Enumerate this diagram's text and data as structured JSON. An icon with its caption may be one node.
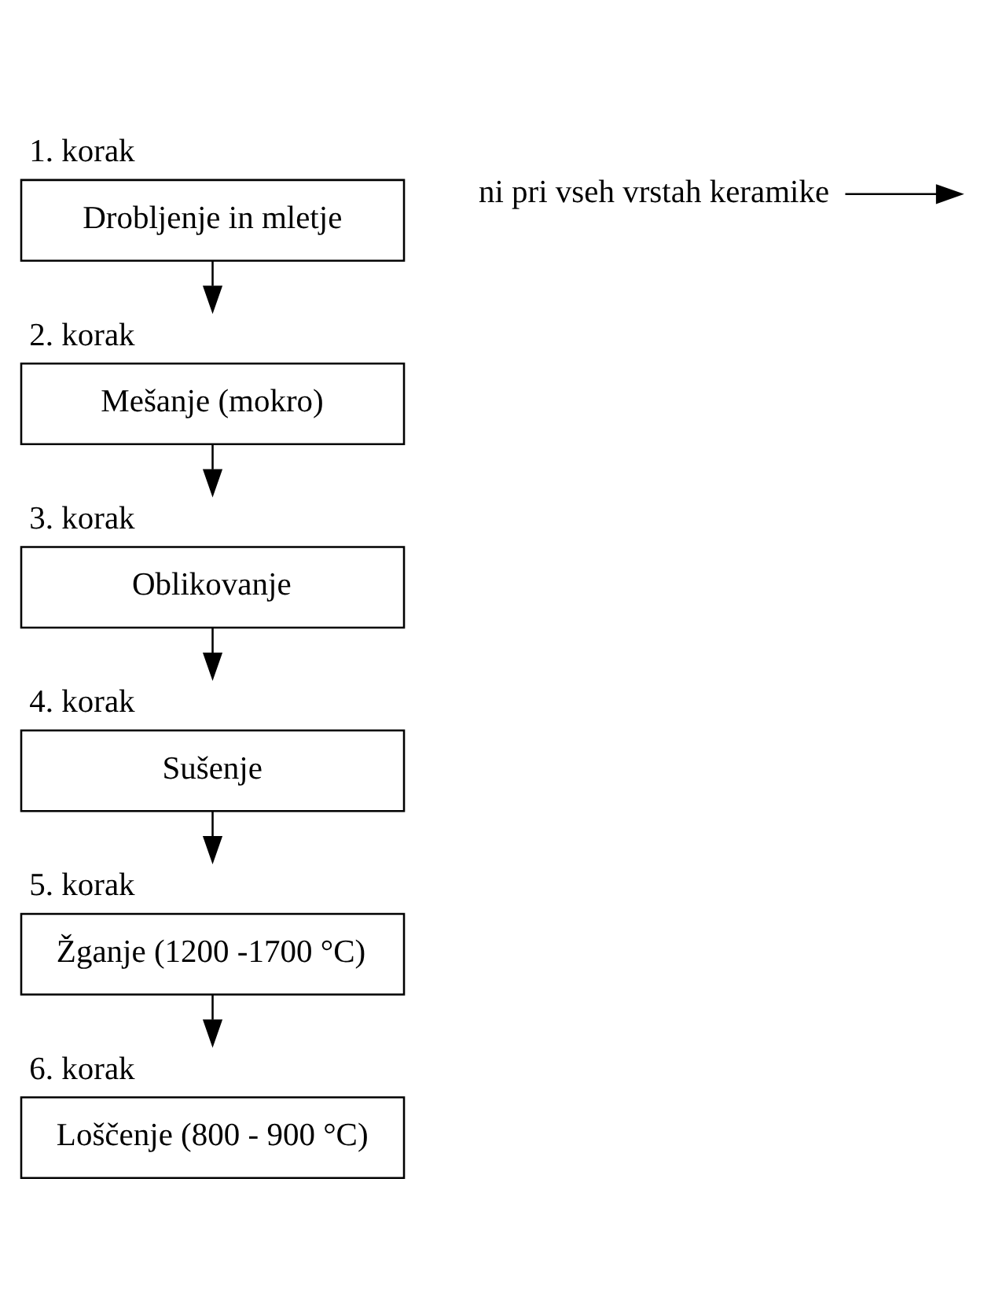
{
  "diagram": {
    "nodes": [
      {
        "text": [
          "Drobljenje in mletje"
        ],
        "beside": [
          "1. korak"
        ]
      },
      {
        "text": [
          "Mešanje (mokro)"
        ],
        "beside": [
          "2. korak"
        ]
      },
      {
        "text": [
          "Oblikovanje"
        ],
        "beside": [
          "3. korak"
        ]
      },
      {
        "text": [
          "Sušenje"
        ],
        "beside": [
          "4. korak"
        ]
      },
      {
        "text": [
          "Žganje (1200 -1700 °C)"
        ],
        "beside": [
          "5. korak"
        ]
      },
      {
        "text": [
          "Loščenje (800 - 900 °C)"
        ],
        "beside": [
          "6. korak"
        ]
      },
      {
        "text": [
          "ni pri vseh vrstah keramike"
        ]
      }
    ],
    "edges": [
      {
        "from": 0,
        "to": 1,
        "arrow": "to"
      },
      {
        "from": 1,
        "to": 2,
        "arrow": "to"
      },
      {
        "from": 2,
        "to": 3,
        "arrow": "to"
      },
      {
        "from": 3,
        "to": 4,
        "arrow": "to"
      },
      {
        "from": 4,
        "to": 5,
        "arrow": "to"
      },
      {
        "from": 6,
        "to": null,
        "arrow": "to"
      }
    ]
  }
}
